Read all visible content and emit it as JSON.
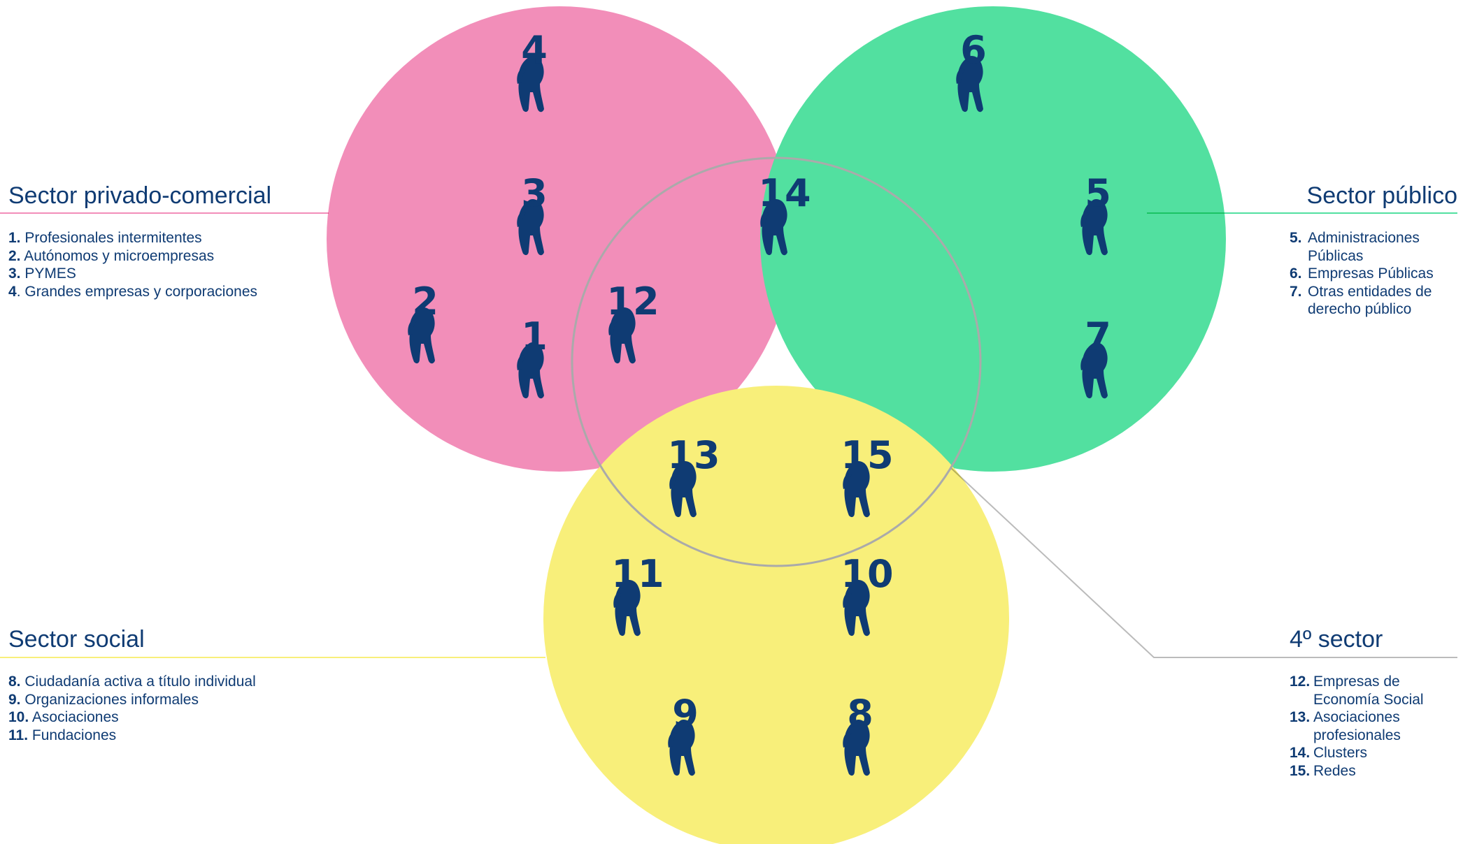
{
  "colors": {
    "private": "#f28eb9",
    "public": "#52e0a0",
    "social": "#f8ef7a",
    "actor": "#0f3b73",
    "title": "#0f3b73",
    "connector_private": "#f28eb9",
    "connector_public": "#52e0a0",
    "connector_social": "#f8ef7a",
    "connector_fourth": "#bbbbbb",
    "fourth_circle": "#aaaaaa"
  },
  "legends": {
    "private": {
      "title": "Sector privado-comercial",
      "items": [
        {
          "num": "1.",
          "text": "Profesionales intermitentes"
        },
        {
          "num": "2.",
          "text": "Autónomos y microempresas"
        },
        {
          "num": "3.",
          "text": "PYMES"
        },
        {
          "num": "4",
          "text": ". Grandes empresas y corporaciones"
        }
      ]
    },
    "public": {
      "title": "Sector público",
      "items": [
        {
          "num": "5.",
          "text": "Administraciones Públicas"
        },
        {
          "num": "6.",
          "text": "Empresas Públicas"
        },
        {
          "num": "7.",
          "text": "Otras entidades de derecho público"
        }
      ]
    },
    "social": {
      "title": "Sector social",
      "items": [
        {
          "num": "8.",
          "text": "Ciudadanía activa a título individual"
        },
        {
          "num": "9.",
          "text": "Organizaciones informales"
        },
        {
          "num": "10.",
          "text": "Asociaciones"
        },
        {
          "num": "11.",
          "text": "Fundaciones"
        }
      ]
    },
    "fourth": {
      "title": "4º sector",
      "items": [
        {
          "num": "12.",
          "text": "Empresas de Economía Social"
        },
        {
          "num": "13.",
          "text": "Asociaciones profesionales"
        },
        {
          "num": "14.",
          "text": "Clusters"
        },
        {
          "num": "15.",
          "text": "Redes"
        }
      ]
    }
  },
  "actors": [
    "1",
    "2",
    "3",
    "4",
    "5",
    "6",
    "7",
    "8",
    "9",
    "10",
    "11",
    "12",
    "13",
    "14",
    "15"
  ]
}
